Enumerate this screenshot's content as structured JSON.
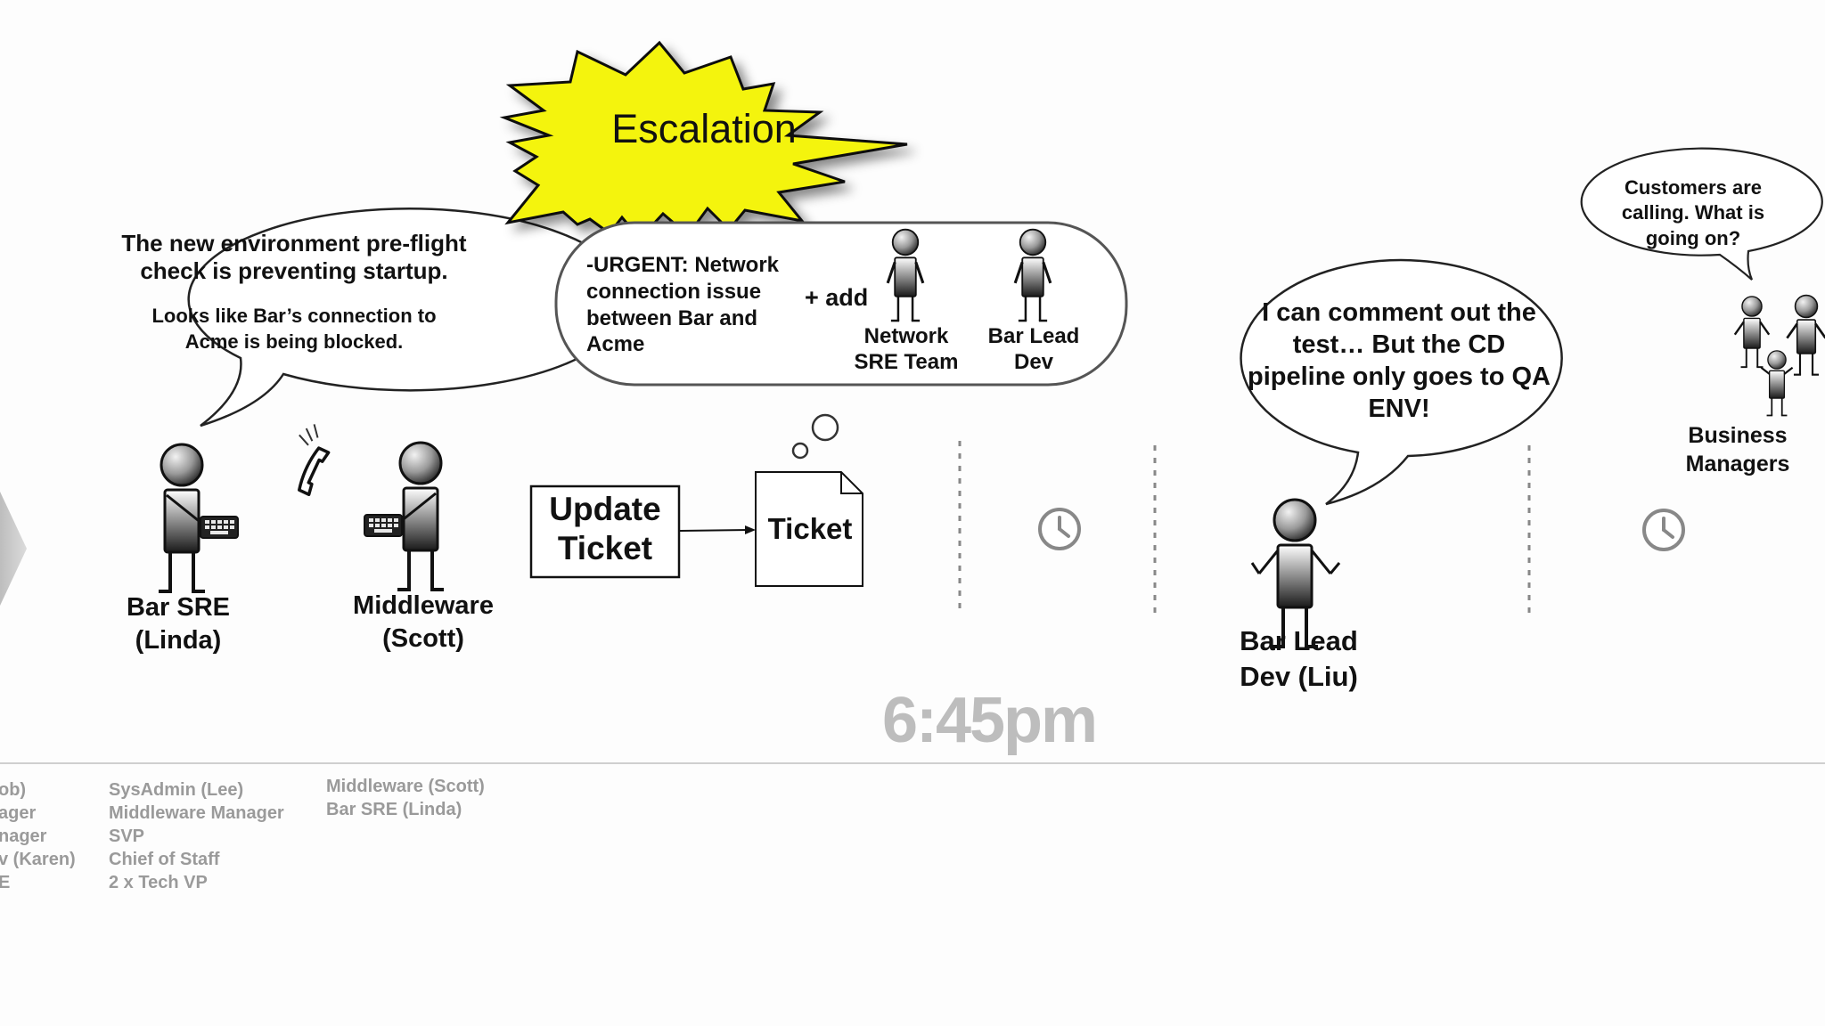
{
  "escalation": {
    "label": "Escalation"
  },
  "bubbles": {
    "linda_line1": "The new environment pre-flight check is preventing startup.",
    "linda_line2": "Looks like Bar’s connection to Acme is being blocked.",
    "urgent": "-URGENT: Network connection issue between Bar and Acme",
    "add": "+ add",
    "network_sre": "Network SRE Team",
    "bar_lead_dev": "Bar Lead Dev",
    "liu_comment": "I can comment out the test… But the CD pipeline only goes to QA ENV!",
    "customers": "Customers are calling. What is going on?"
  },
  "flow": {
    "update_ticket": "Update Ticket",
    "ticket": "Ticket"
  },
  "people": {
    "linda": "Bar SRE (Linda)",
    "scott": "Middleware (Scott)",
    "liu": "Bar Lead Dev (Liu)",
    "business": "Business Managers"
  },
  "time": "6:45pm",
  "roster": {
    "col1": [
      "ob)",
      "ager",
      "nager",
      "v (Karen)",
      "E"
    ],
    "col2": [
      "SysAdmin (Lee)",
      "Middleware Manager",
      "SVP",
      "Chief of Staff",
      "2 x Tech VP"
    ],
    "col3": [
      "Middleware (Scott)",
      "Bar SRE (Linda)"
    ]
  },
  "icons": [
    "phone-icon",
    "clock-icon",
    "thought-bubble-icon",
    "keyboard-icon",
    "arrow-icon"
  ],
  "colors": {
    "starburst": "#f4f40a",
    "roster_text": "#9a9a9a",
    "time_text": "#bdbdbd"
  }
}
